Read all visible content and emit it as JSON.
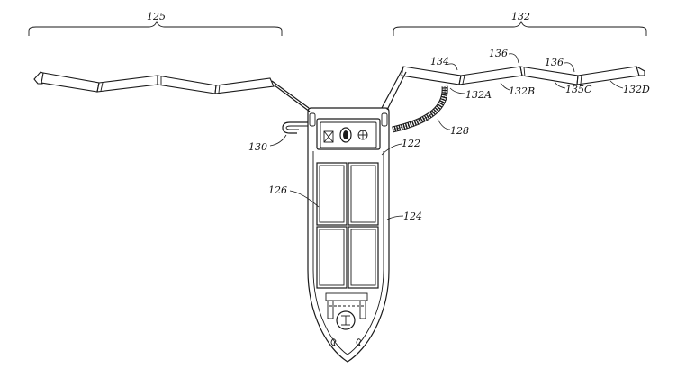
{
  "labels": {
    "l125": "125",
    "l132": "132",
    "l134": "134",
    "l136a": "136",
    "l136b": "136",
    "l132a": "132A",
    "l132b": "132B",
    "l135c": "135C",
    "l132d": "132D",
    "l128": "128",
    "l130": "130",
    "l122": "122",
    "l126": "126",
    "l124": "124"
  },
  "colors": {
    "ink": "#1a1a1a",
    "background": "#ffffff"
  }
}
